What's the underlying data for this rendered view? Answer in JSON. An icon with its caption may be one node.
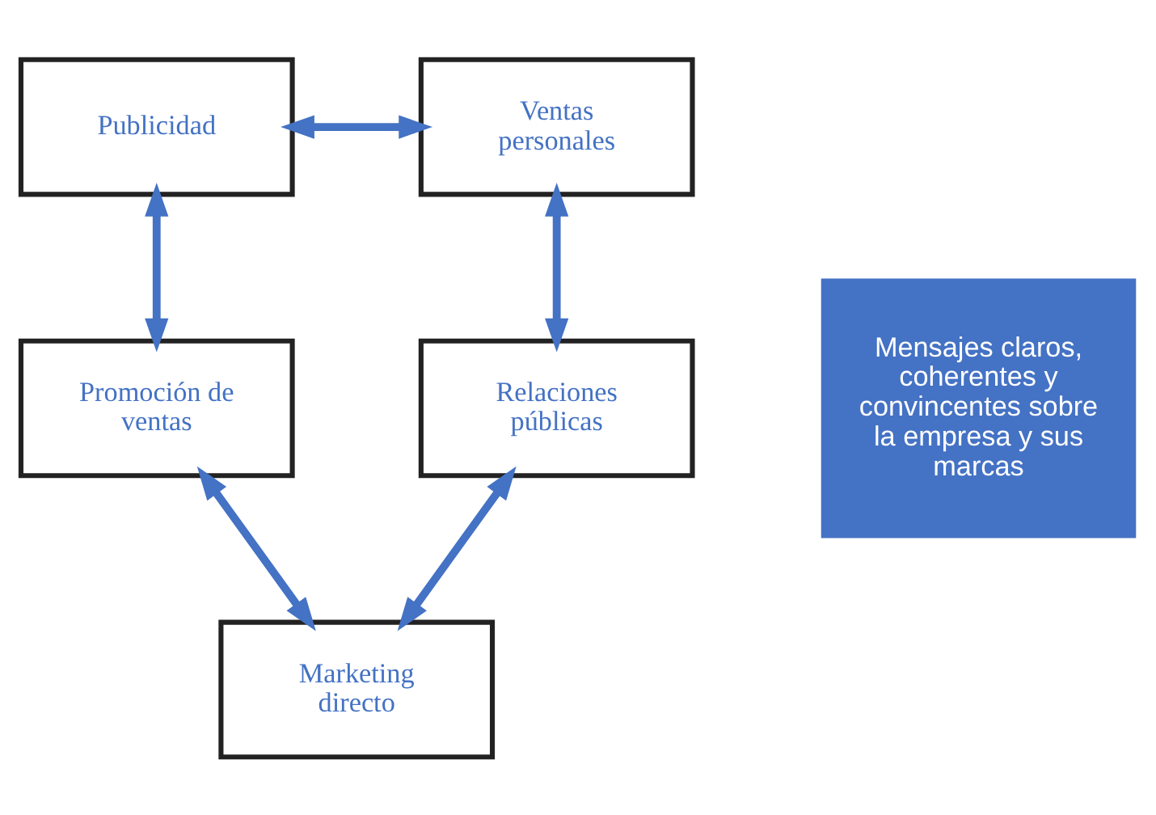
{
  "diagram": {
    "nodes": [
      {
        "text": [
          "Publicidad"
        ]
      },
      {
        "text": [
          "Ventas personales"
        ]
      },
      {
        "text": [
          "Promoción de ventas"
        ]
      },
      {
        "text": [
          "Mensajes claros, coherentes y convincentes sobre la empresa y sus marcas"
        ]
      },
      {
        "text": [
          "Relaciones públicas"
        ]
      },
      {
        "text": [
          "Marketing directo"
        ]
      }
    ],
    "edges": [
      {
        "from": 0,
        "to": 1,
        "arrow": "both"
      },
      {
        "from": 0,
        "to": 2,
        "arrow": "both"
      },
      {
        "from": 1,
        "to": 4,
        "arrow": "both"
      },
      {
        "from": 2,
        "to": 5,
        "arrow": "both"
      },
      {
        "from": 4,
        "to": 5,
        "arrow": "both"
      }
    ]
  }
}
